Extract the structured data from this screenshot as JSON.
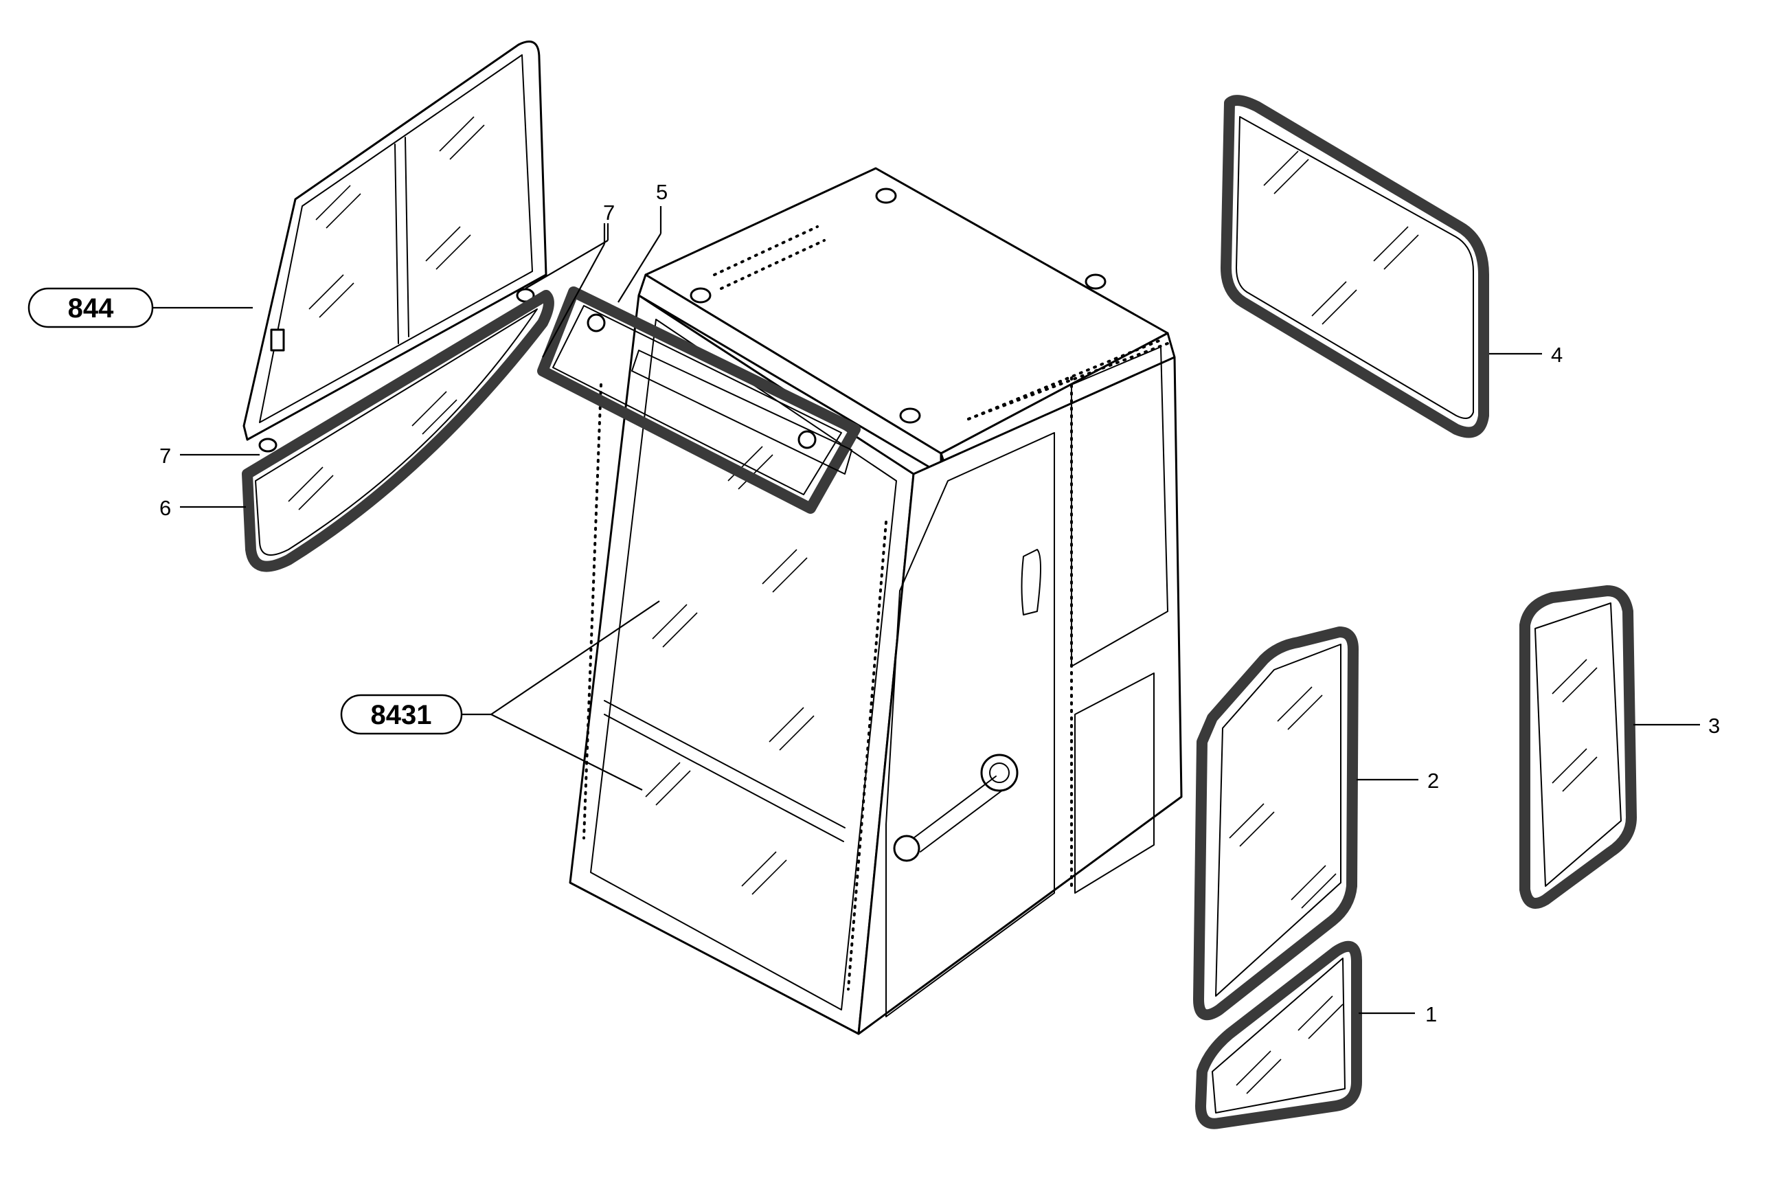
{
  "references": [
    {
      "id": "ref-844",
      "label": "844"
    },
    {
      "id": "ref-8431",
      "label": "8431"
    }
  ],
  "callouts": [
    {
      "id": "callout-1",
      "label": "1"
    },
    {
      "id": "callout-2",
      "label": "2"
    },
    {
      "id": "callout-3",
      "label": "3"
    },
    {
      "id": "callout-4",
      "label": "4"
    },
    {
      "id": "callout-5",
      "label": "5"
    },
    {
      "id": "callout-6",
      "label": "6"
    },
    {
      "id": "callout-7-upper",
      "label": "7"
    },
    {
      "id": "callout-7-lower",
      "label": "7"
    }
  ]
}
